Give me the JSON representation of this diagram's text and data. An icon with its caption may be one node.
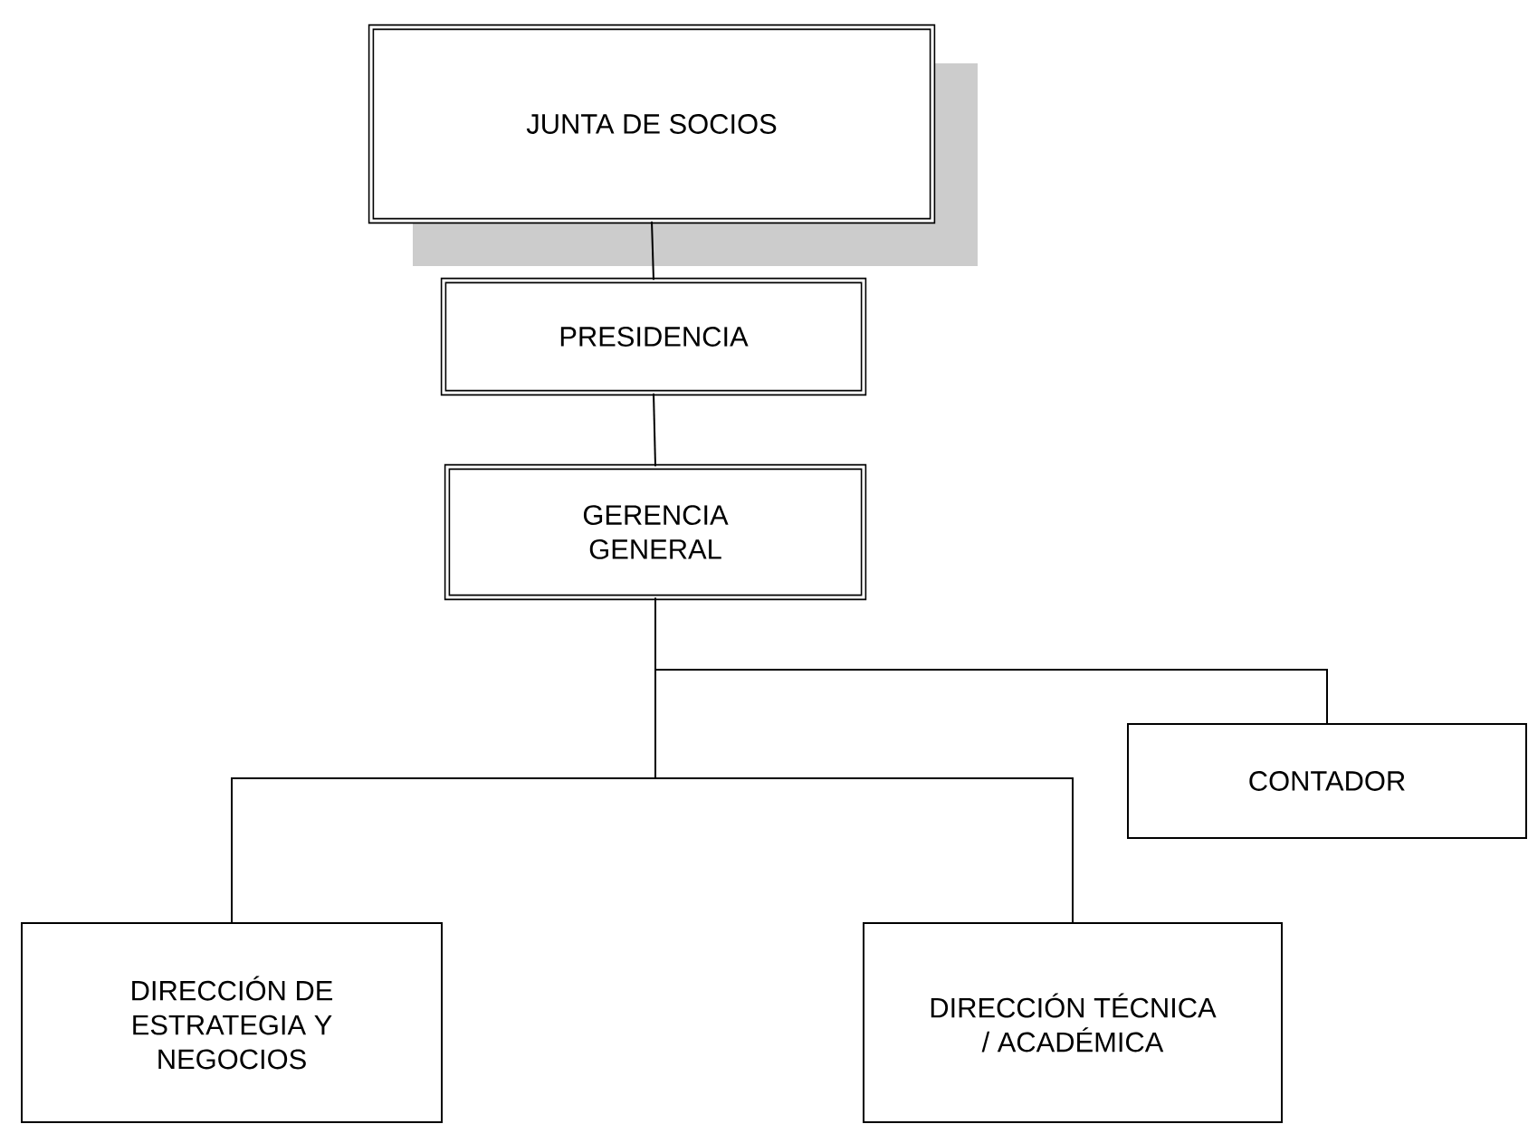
{
  "diagram": {
    "nodes": [
      {
        "text": [
          "JUNTA DE SOCIOS"
        ]
      },
      {
        "text": [
          "PRESIDENCIA"
        ]
      },
      {
        "text": [
          "GERENCIA GENERAL"
        ]
      },
      {
        "text": [
          "CONTADOR"
        ]
      },
      {
        "text": [
          "DIRECCIÓN DE ESTRATEGIA Y NEGOCIOS"
        ]
      },
      {
        "text": [
          "DIRECCIÓN TÉCNICA / ACADÉMICA"
        ]
      }
    ],
    "edges": [
      {
        "from": 0,
        "to": 1,
        "arrow": "none"
      },
      {
        "from": 1,
        "to": 2,
        "arrow": "none"
      },
      {
        "from": 2,
        "to": 3,
        "arrow": "none"
      },
      {
        "from": 2,
        "to": 4,
        "arrow": "none"
      },
      {
        "from": 2,
        "to": 5,
        "arrow": "none"
      }
    ]
  }
}
